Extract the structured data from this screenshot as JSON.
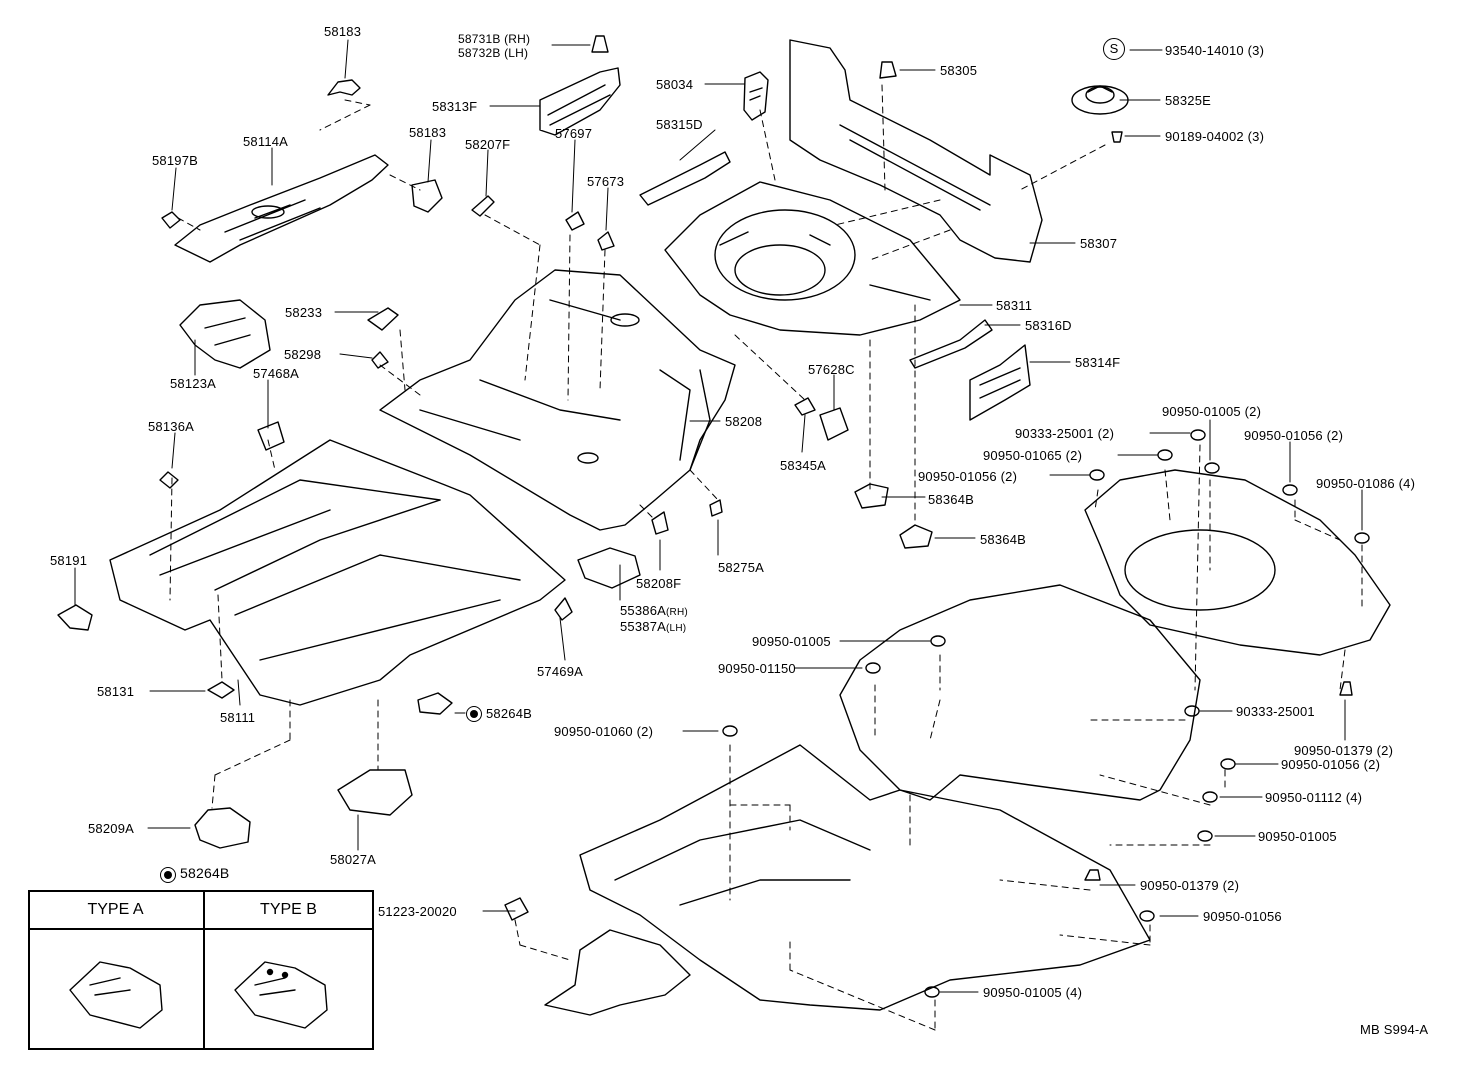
{
  "figure_code": "MB S994-A",
  "legend": {
    "part_number": "58264B",
    "type_a": "TYPE A",
    "type_b": "TYPE B"
  },
  "symbols": {
    "s_mark": "S"
  },
  "labels": {
    "l58183_top": "58183",
    "l58731b": "58731B (RH)",
    "l58732b": "58732B (LH)",
    "l58034": "58034",
    "l58305": "58305",
    "l93540": "93540-14010 (3)",
    "l58325e": "58325E",
    "l90189": "90189-04002 (3)",
    "l58313f": "58313F",
    "l58114a": "58114A",
    "l58183_mid": "58183",
    "l58315d": "58315D",
    "l58197b": "58197B",
    "l58207f": "58207F",
    "l57697": "57697",
    "l57673": "57673",
    "l58307": "58307",
    "l58233": "58233",
    "l58311": "58311",
    "l58316d": "58316D",
    "l58298": "58298",
    "l58123a": "58123A",
    "l57468a": "57468A",
    "l57628c": "57628C",
    "l58314f": "58314F",
    "l58208": "58208",
    "l58136a": "58136A",
    "l58345a": "58345A",
    "l90950_01005_2": "90950-01005 (2)",
    "l90333_25001_2": "90333-25001 (2)",
    "l90950_01056_2_top": "90950-01056 (2)",
    "l90950_01065_2": "90950-01065 (2)",
    "l90950_01056_2_mid": "90950-01056 (2)",
    "l90950_01086_4": "90950-01086 (4)",
    "l58364b_1": "58364B",
    "l58364b_2": "58364B",
    "l58191": "58191",
    "l58275a": "58275A",
    "l58208f": "58208F",
    "l55386a": "55386A",
    "l55386a_sfx": "(RH)",
    "l55387a": "55387A",
    "l55387a_sfx": "(LH)",
    "l90950_01005_a": "90950-01005",
    "l90950_01150": "90950-01150",
    "l57469a": "57469A",
    "l58131": "58131",
    "l58111": "58111",
    "l58264b_main": "58264B",
    "l90950_01060_2": "90950-01060 (2)",
    "l90333_25001": "90333-25001",
    "l90950_01379_2_a": "90950-01379 (2)",
    "l90950_01056_2_b": "90950-01056 (2)",
    "l90950_01112_4": "90950-01112 (4)",
    "l58209a": "58209A",
    "l58027a": "58027A",
    "l90950_01005_b": "90950-01005",
    "l90950_01379_2_b": "90950-01379 (2)",
    "l51223": "51223-20020",
    "l90950_01056": "90950-01056",
    "l90950_01005_4": "90950-01005 (4)"
  }
}
